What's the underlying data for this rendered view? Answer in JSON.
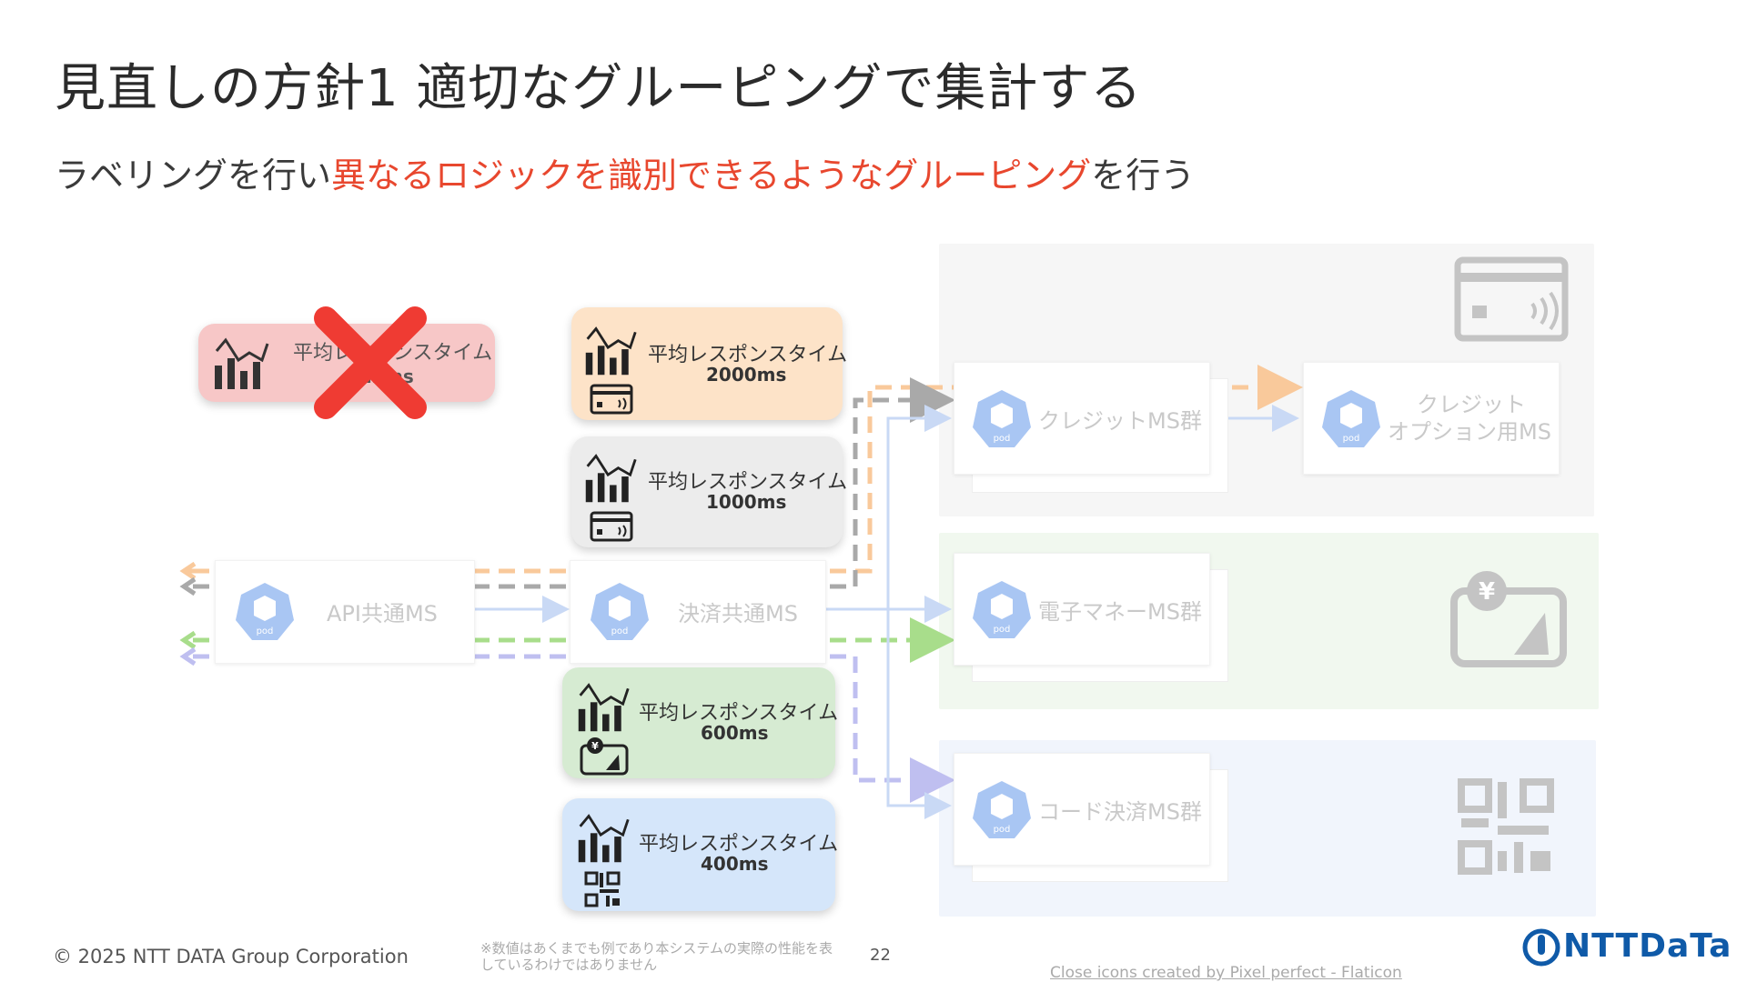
{
  "title": "見直しの方針1 適切なグルーピングで集計する",
  "subtitle": {
    "pre": "ラベリングを行い",
    "highlight": "異なるロジックを識別できるようなグルーピング",
    "post": "を行う"
  },
  "metrics": {
    "rejected": {
      "title": "平均レスポンスタイム",
      "value": "…ms"
    },
    "credit": {
      "title": "平均レスポンスタイム",
      "value": "2000ms"
    },
    "credit_option": {
      "title": "平均レスポンスタイム",
      "value": "1000ms"
    },
    "emoney": {
      "title": "平均レスポンスタイム",
      "value": "600ms"
    },
    "code": {
      "title": "平均レスポンスタイム",
      "value": "400ms"
    }
  },
  "pods": {
    "api": "API共通MS",
    "settlement": "決済共通MS",
    "credit": "クレジットMS群",
    "credit_option_line1": "クレジット",
    "credit_option_line2": "オプション用MS",
    "emoney": "電子マネーMS群",
    "code": "コード決済MS群",
    "pod_tag": "pod"
  },
  "colors": {
    "credit": "#fde3c8",
    "credit_option": "#ececec",
    "emoney": "#d6ebd2",
    "code": "#d5e6fa",
    "rejected": "#f7c7c7",
    "highlight": "#e8472e",
    "brand": "#0f5aa8"
  },
  "footer": {
    "copyright": "© 2025 NTT DATA Group Corporation",
    "note": "※数値はあくまでも例であり本システムの実際の性能を表しているわけではありません",
    "page": "22",
    "credit": "Close icons created by Pixel perfect - Flaticon",
    "logo": "NTTDaTa"
  }
}
